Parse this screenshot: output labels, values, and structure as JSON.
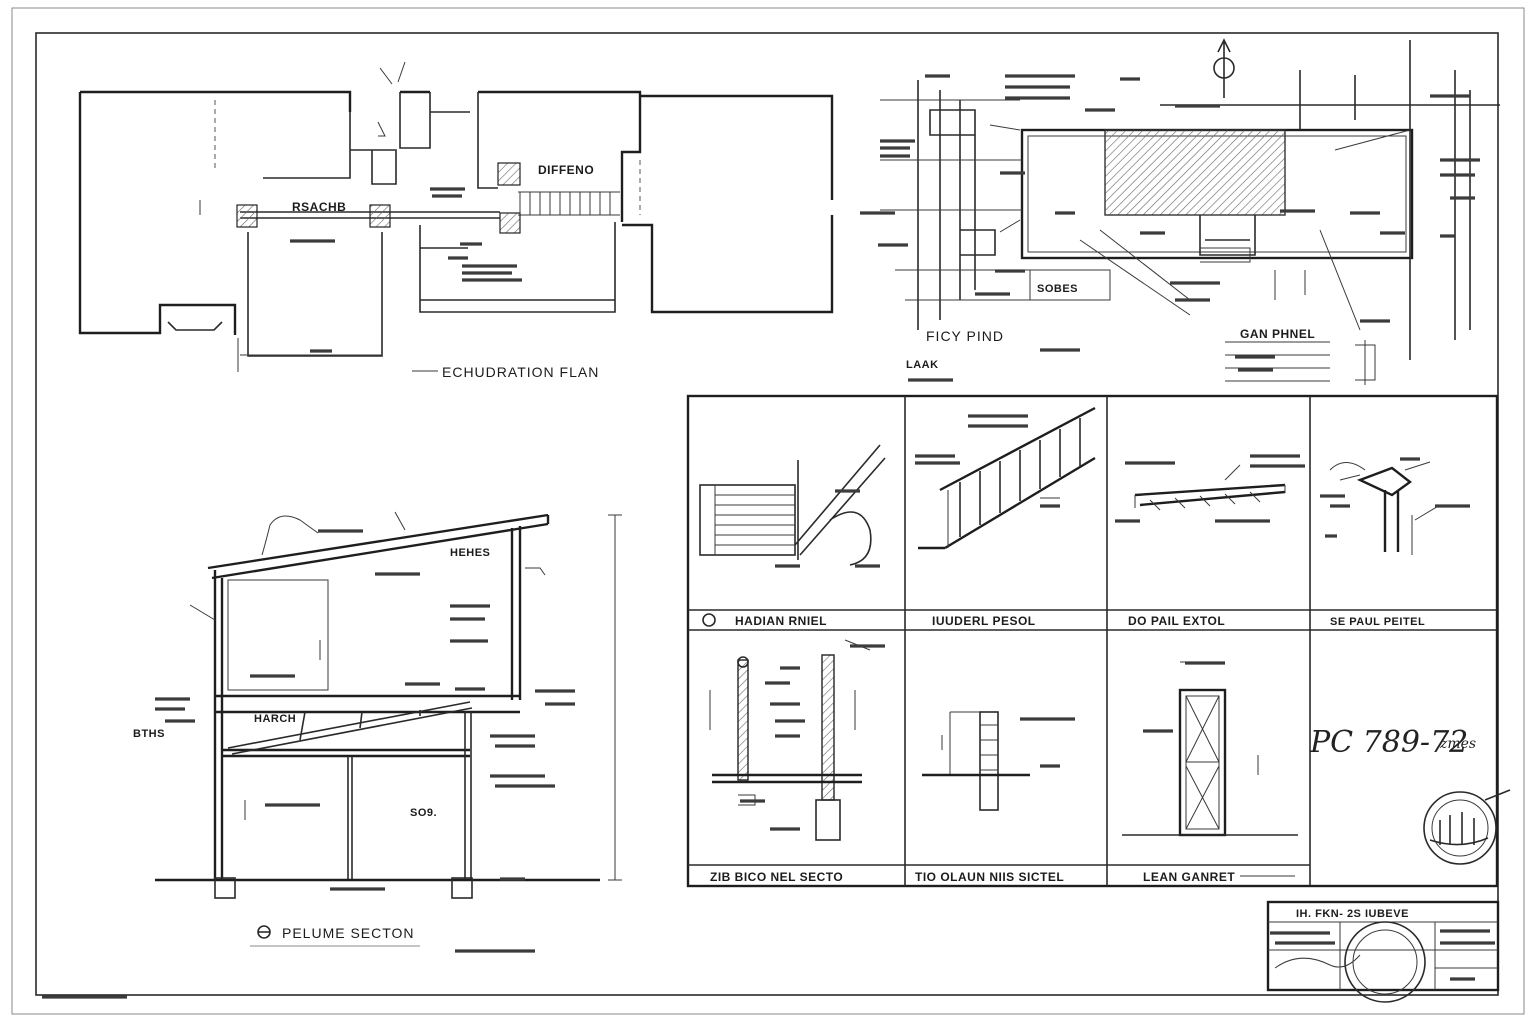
{
  "foundation_plan": {
    "title": "ECHUDRATION FLAN",
    "stair_label": "DIFFENO",
    "room_label": "RSACHB"
  },
  "floor_plan": {
    "title": "FICY PIND",
    "schedule_title": "GAN PHNEL",
    "label_left": "LAAK",
    "label_center": "SOBES"
  },
  "section": {
    "title": "PELUME SECTON",
    "label_left": "BTHS",
    "label_floor": "HARCH",
    "label_upper": "HEHES",
    "label_room": "SO9."
  },
  "details": {
    "row1": [
      "HADIAN RNIEL",
      "IUUDERL PESOL",
      "DO PAIL EXTOL",
      "SE PAUL PEITEL"
    ],
    "row2": [
      "ZIB BICO NEL SECTO",
      "TIO OLAUN NIIS SICTEL",
      "LEAN GANRET"
    ]
  },
  "project": {
    "number": "PC 789-72",
    "suffix": "zmes"
  },
  "title_block": {
    "title": "IH. FKN- 2S IUBEVE"
  }
}
